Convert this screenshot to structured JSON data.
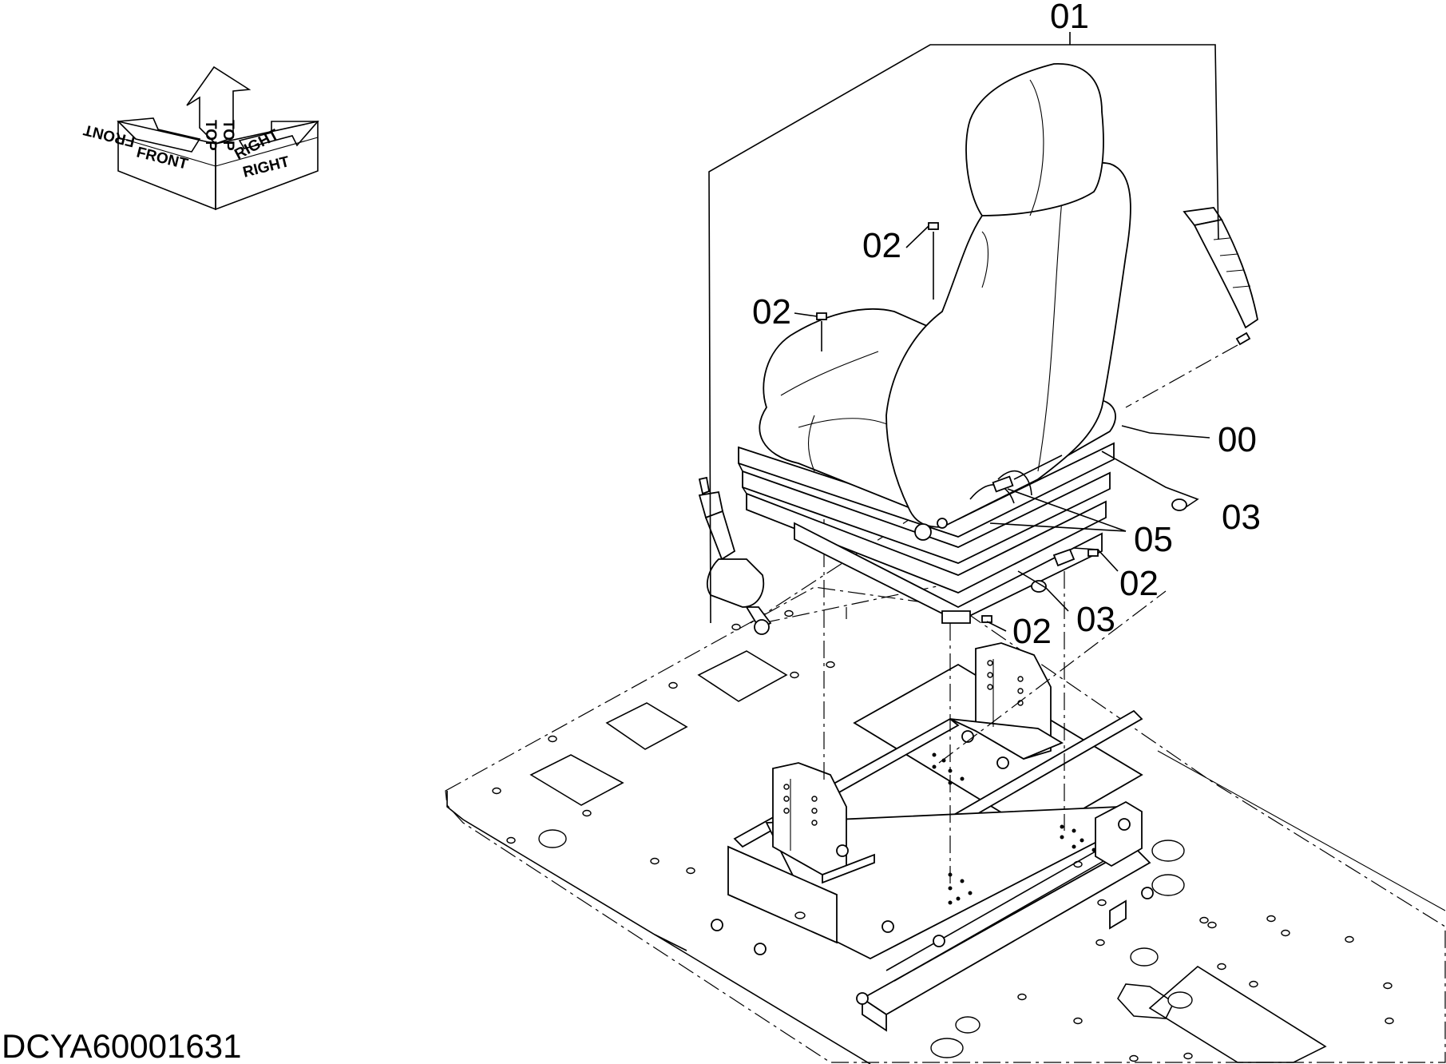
{
  "drawing_id": "DCYA60001631",
  "orientation_compass": {
    "labels": [
      "FRONT",
      "FRONT",
      "TOP",
      "TOP",
      "RIGHT",
      "RIGHT"
    ],
    "colors": {
      "stroke": "#000000",
      "fill": "#ffffff"
    }
  },
  "callouts": [
    {
      "id": "c01",
      "text": "01"
    },
    {
      "id": "c02a",
      "text": "02"
    },
    {
      "id": "c02b",
      "text": "02"
    },
    {
      "id": "c00",
      "text": "00"
    },
    {
      "id": "c03a",
      "text": "03"
    },
    {
      "id": "c05",
      "text": "05"
    },
    {
      "id": "c02c",
      "text": "02"
    },
    {
      "id": "c03b",
      "text": "03"
    },
    {
      "id": "c02d",
      "text": "02"
    }
  ],
  "parts": {
    "seat": "operator-seat",
    "belt_left": "seat-belt-buckle",
    "belt_right": "seat-belt-tongue",
    "floor": "cab-floor-plate",
    "rails": "seat-slide-rails",
    "brackets": "seat-mount-brackets"
  }
}
